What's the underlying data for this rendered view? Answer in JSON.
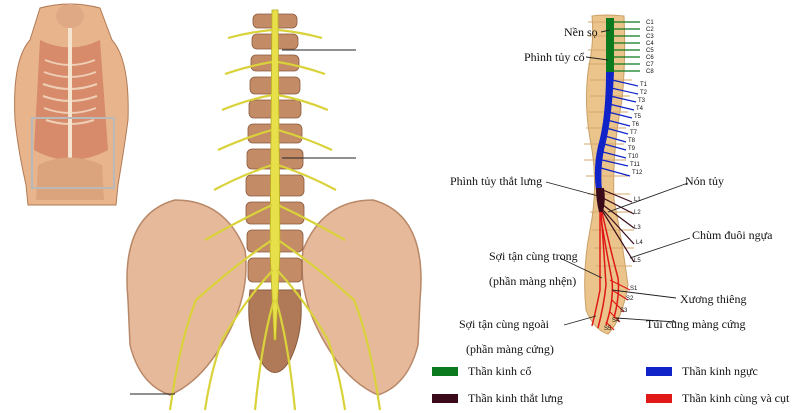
{
  "diagram": {
    "labels": {
      "nen_so": "Nền sọ",
      "phinh_tuy_co": "Phình tủy cổ",
      "phinh_tuy_that_lung": "Phình tủy thắt lưng",
      "non_tuy": "Nón tủy",
      "chum_duoi_ngua": "Chùm đuôi ngựa",
      "soi_tan_cung_trong": "Sợi tận cùng trong",
      "phan_mang_nhen": "(phần màng nhện)",
      "xuong_thieng": "Xương thiêng",
      "soi_tan_cung_ngoai": "Sợi tận cùng ngoài",
      "tui_cung_mang_cung": "Túi cùng màng cứng",
      "phan_mang_cung": "(phần màng cứng)"
    },
    "segments": [
      "C1",
      "C2",
      "C3",
      "C4",
      "C5",
      "C6",
      "C7",
      "C8",
      "T1",
      "T2",
      "T3",
      "T4",
      "T5",
      "T6",
      "T7",
      "T8",
      "T9",
      "T10",
      "T11",
      "T12",
      "L1",
      "L2",
      "L3",
      "L4",
      "L5",
      "S1",
      "S2",
      "S3",
      "S4",
      "S5"
    ],
    "legend": [
      {
        "label": "Thần kinh cổ",
        "color": "#0b7a1e"
      },
      {
        "label": "Thần kinh ngực",
        "color": "#0f23c8"
      },
      {
        "label": "Thần kinh thắt lưng",
        "color": "#3a0a1a"
      },
      {
        "label": "Thần kinh cùng và cụt",
        "color": "#e01818"
      }
    ]
  }
}
